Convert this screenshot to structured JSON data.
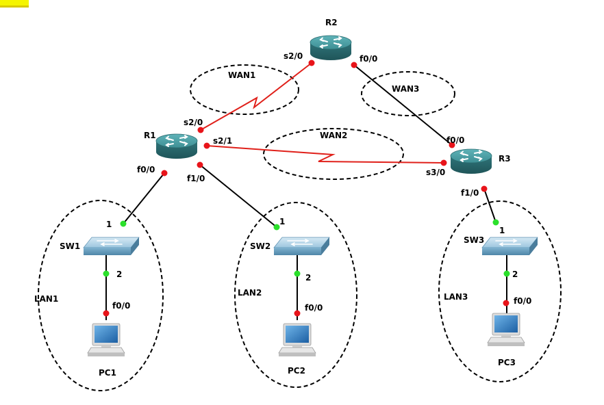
{
  "colors": {
    "serial_link": "#e0201a",
    "ethernet_link": "#000000",
    "interface_down": "#e8141a",
    "interface_up": "#2be02b",
    "router_body": "#3e8f94",
    "switch_body": "#6fa9c9",
    "highlight": "#f5f500"
  },
  "icons": {
    "router": "router-icon",
    "switch": "switch-icon",
    "pc": "pc-icon"
  },
  "devices": {
    "r1": "R1",
    "r2": "R2",
    "r3": "R3",
    "sw1": "SW1",
    "sw2": "SW2",
    "sw3": "SW3",
    "pc1": "PC1",
    "pc2": "PC2",
    "pc3": "PC3"
  },
  "zones": {
    "wan1": "WAN1",
    "wan2": "WAN2",
    "wan3": "WAN3",
    "lan1": "LAN1",
    "lan2": "LAN2",
    "lan3": "LAN3"
  },
  "interfaces": {
    "r2_s20": "s2/0",
    "r2_f00": "f0/0",
    "r1_s20": "s2/0",
    "r1_s21": "s2/1",
    "r1_f00": "f0/0",
    "r1_f10": "f1/0",
    "r3_f00": "f0/0",
    "r3_s30": "s3/0",
    "r3_f10": "f1/0",
    "sw1_p1": "1",
    "sw1_p2": "2",
    "sw2_p1": "1",
    "sw2_p2": "2",
    "sw3_p1": "1",
    "sw3_p2": "2",
    "pc1_f00": "f0/0",
    "pc2_f00": "f0/0",
    "pc3_f00": "f0/0"
  }
}
